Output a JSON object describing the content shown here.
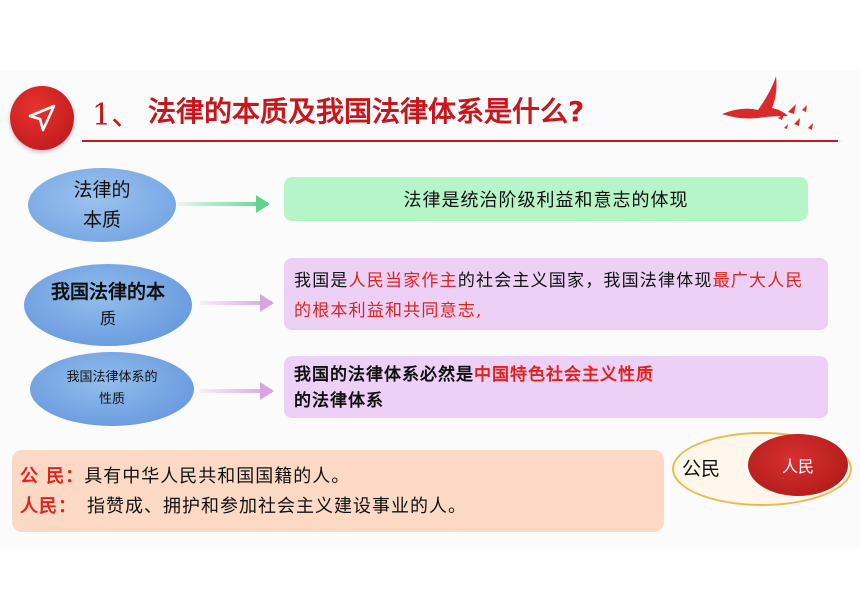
{
  "title": {
    "number": "1、",
    "text": "法律的本质及我国法律体系是什么?"
  },
  "rows": [
    {
      "label": "法律的本质",
      "content": "法律是统治阶级利益和意志的体现"
    },
    {
      "label_line1": "我国法律的本",
      "label_line2": "质",
      "text1": "我国是",
      "text2": "人民当家作主",
      "text3": "的社会主义国家，我国法律体现",
      "text4": "最广大人民的根本利益和共同意志,"
    },
    {
      "label_line1": "我国法律体系的",
      "label_line2": "性质",
      "text1": "我国的法律体系必然是",
      "text2": "中国特色社会主义性质",
      "text3": "的法律体系"
    }
  ],
  "definitions": [
    {
      "label": "公 民：",
      "text": "具有中华人民共和国国籍的人。"
    },
    {
      "label": "人民：",
      "text": "指赞成、拥护和参加社会主义建设事业的人。"
    }
  ],
  "venn": {
    "outer": "公民",
    "inner": "人民"
  },
  "colors": {
    "accent_red": "#c8161d",
    "highlight_red": "#e0221c",
    "green_box": "#b5f5c8",
    "purple_box": "#ecd0f5",
    "peach_box": "#fcd9c4",
    "oval_blue": "#6b9de0"
  },
  "icons": {
    "title": "paper-plane-icon",
    "decoration": "flying-birds-icon"
  }
}
